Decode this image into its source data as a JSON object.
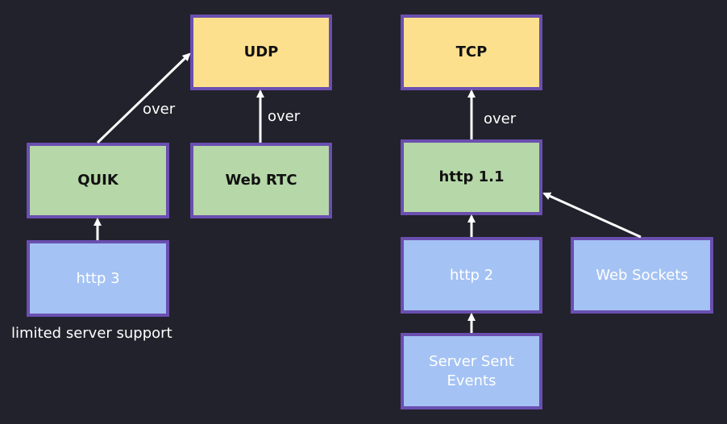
{
  "nodes": {
    "udp": "UDP",
    "tcp": "TCP",
    "quik": "QUIK",
    "web_rtc": "Web RTC",
    "http11": "http 1.1",
    "http3": "http 3",
    "http2": "http 2",
    "web_sockets": "Web Sockets",
    "sse_line1": "Server Sent",
    "sse_line2": "Events"
  },
  "edge_labels": {
    "quik_to_udp": "over",
    "webrtc_to_udp": "over",
    "http11_to_tcp": "over"
  },
  "notes": {
    "http3_note": "limited server support"
  },
  "colors": {
    "background": "#21222c",
    "transport_fill": "#fde08d",
    "protocol_fill": "#b6d7a8",
    "application_fill": "#a4c2f4",
    "border": "#6a4fb0",
    "arrow": "#ffffff"
  }
}
